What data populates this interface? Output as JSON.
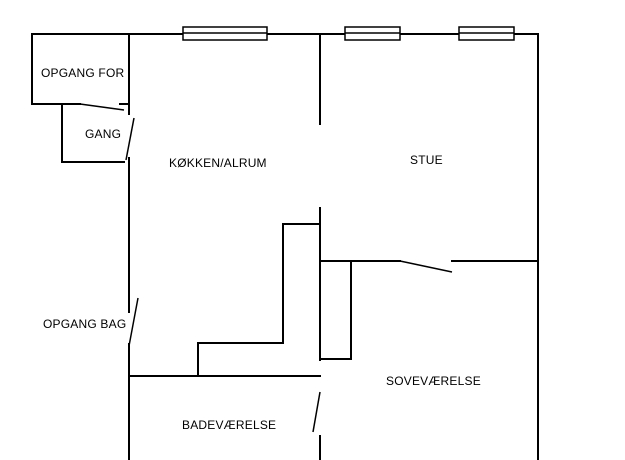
{
  "rooms": {
    "opgang_for": "OPGANG FOR",
    "gang": "GANG",
    "kokken_alrum": "KØKKEN/ALRUM",
    "stue": "STUE",
    "opgang_bag": "OPGANG BAG",
    "sovevaerelse": "SOVEVÆRELSE",
    "badevaerelse": "BADEVÆRELSE"
  }
}
